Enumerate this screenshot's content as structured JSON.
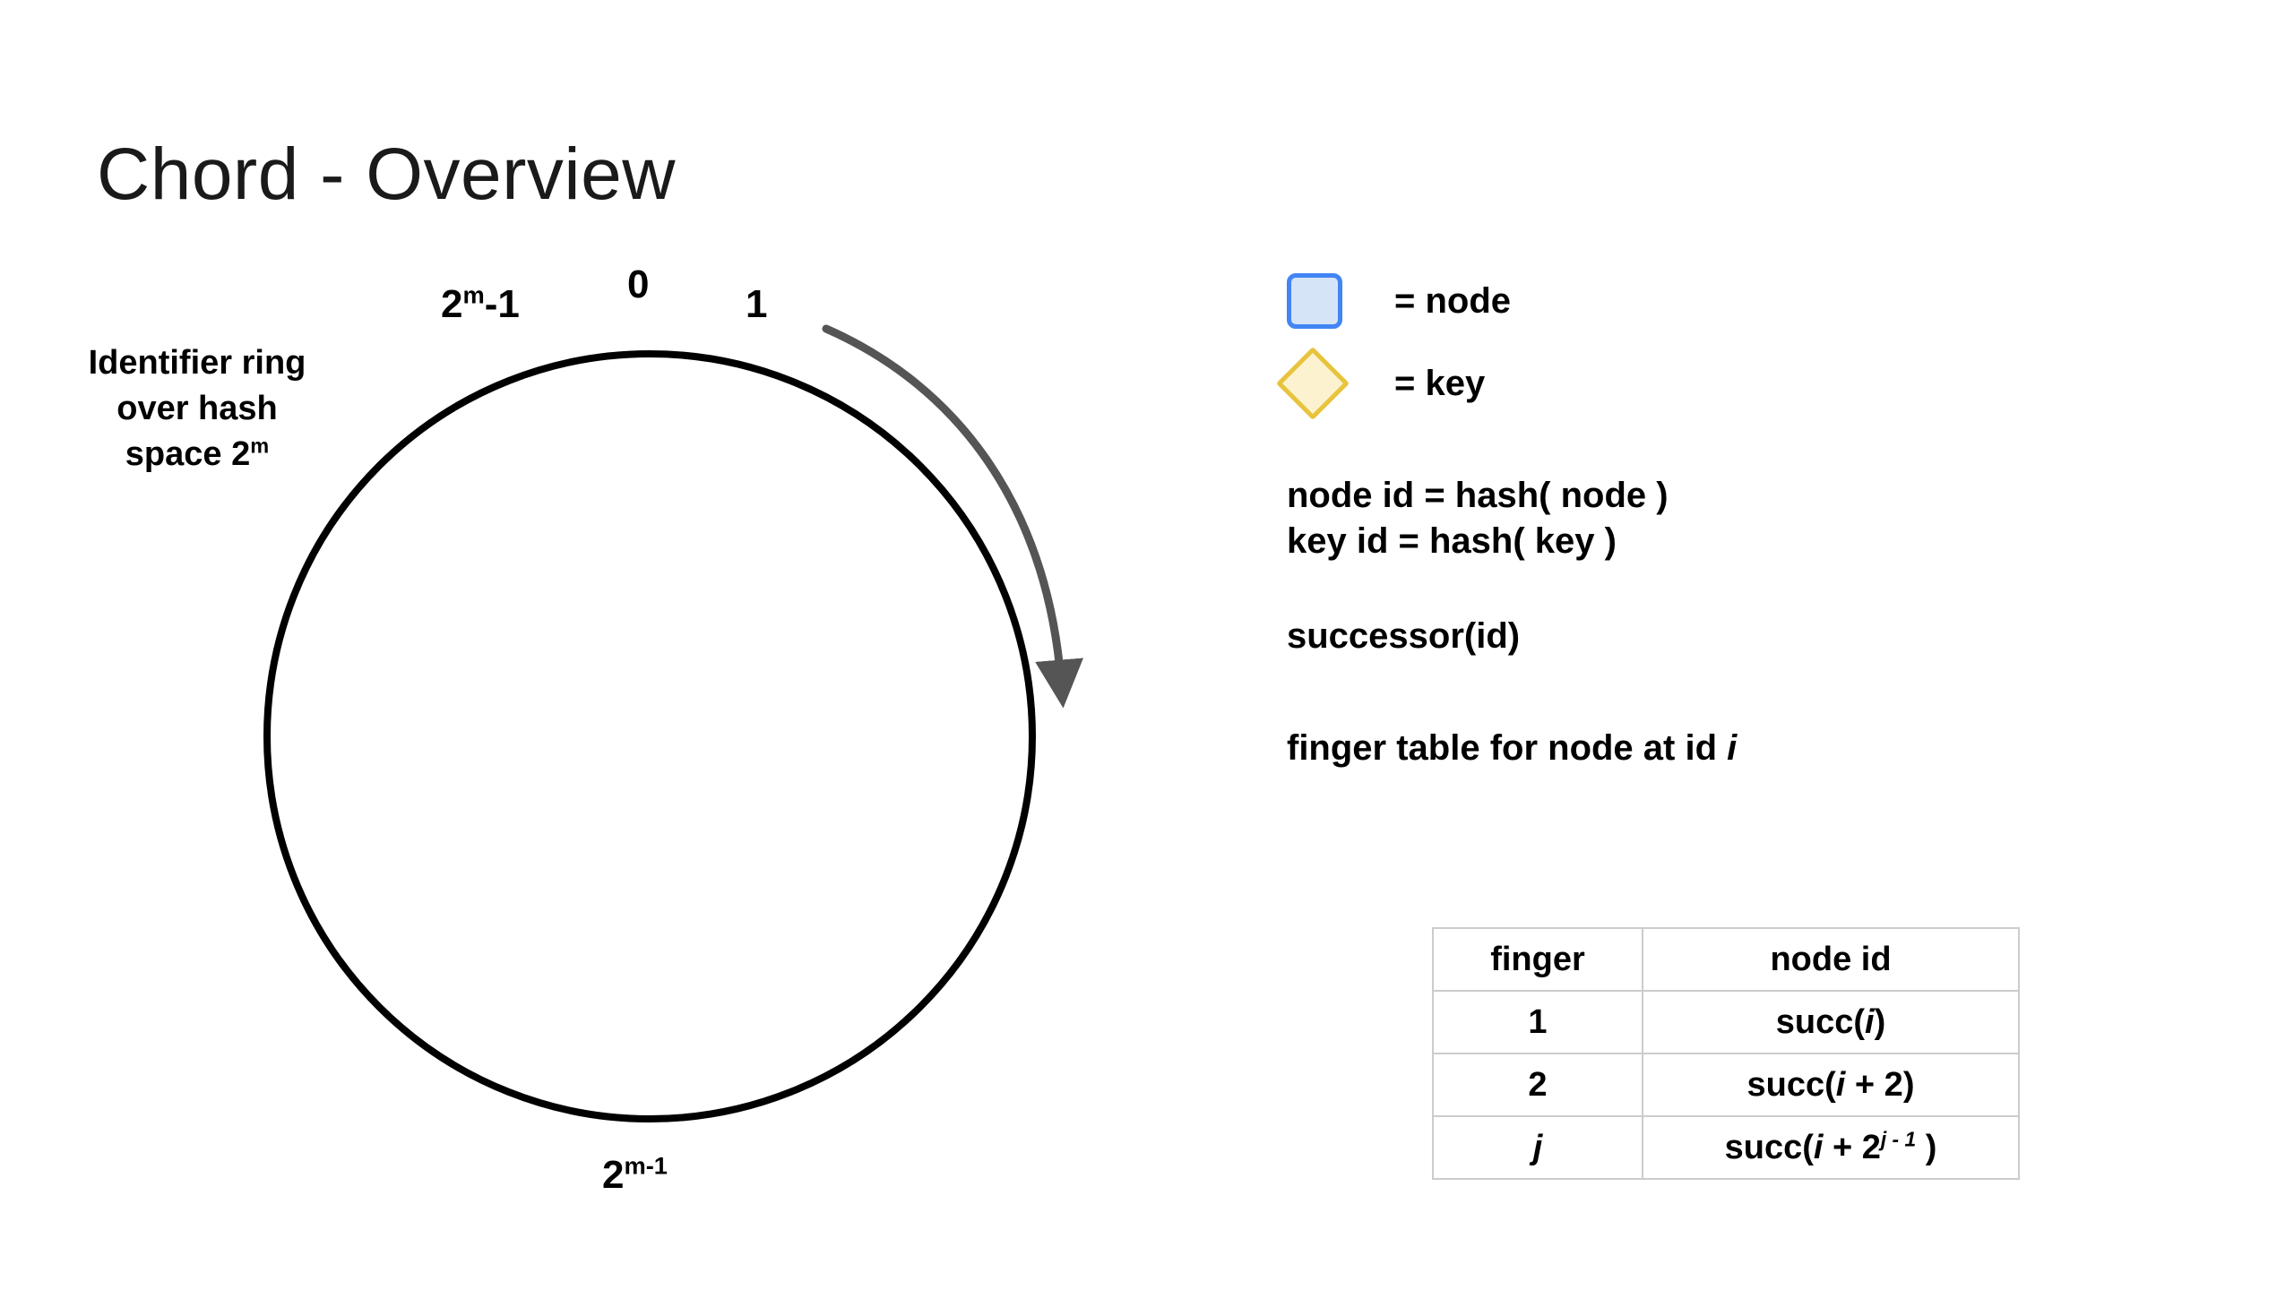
{
  "title": "Chord - Overview",
  "ring": {
    "caption_line1": "Identifier ring",
    "caption_line2": "over hash",
    "caption_line3_base": "space 2",
    "caption_line3_sup": "m",
    "label_zero": "0",
    "label_one": "1",
    "label_max_base": "2",
    "label_max_sup": "m",
    "label_max_tail": "-1",
    "label_half_base": "2",
    "label_half_sup": "m-1",
    "direction_arrow": "clockwise-arrow-icon"
  },
  "legend": [
    {
      "shape": "node-square-icon",
      "label": "= node",
      "fill": "#d6e4f7",
      "stroke": "#4285f4"
    },
    {
      "shape": "key-diamond-icon",
      "label": "= key",
      "fill": "#fcf2d0",
      "stroke": "#e8c33c"
    }
  ],
  "formulas": {
    "node_id": "node id = hash( node )",
    "key_id": "key id = hash( key )",
    "successor": "successor(id)",
    "finger_heading_prefix": "finger table for node at id ",
    "finger_heading_var": "i"
  },
  "finger_table": {
    "headers": [
      "finger",
      "node id"
    ],
    "rows": [
      {
        "finger": "1",
        "finger_italic": false,
        "node_id_prefix": "succ(",
        "node_id_var": "i",
        "node_id_mid": "",
        "node_id_exp": "",
        "node_id_suffix": ")"
      },
      {
        "finger": "2",
        "finger_italic": false,
        "node_id_prefix": "succ(",
        "node_id_var": "i",
        "node_id_mid": " + 2",
        "node_id_exp": "",
        "node_id_suffix": ")"
      },
      {
        "finger": "j",
        "finger_italic": true,
        "node_id_prefix": "succ(",
        "node_id_var": "i",
        "node_id_mid": " + 2",
        "node_id_exp": "j - 1",
        "node_id_suffix": " )"
      }
    ]
  },
  "colors": {
    "ring_stroke": "#000000",
    "arrow_stroke": "#555555",
    "table_border": "#cccccc",
    "title_color": "#1a1a1a",
    "background": "#ffffff"
  }
}
